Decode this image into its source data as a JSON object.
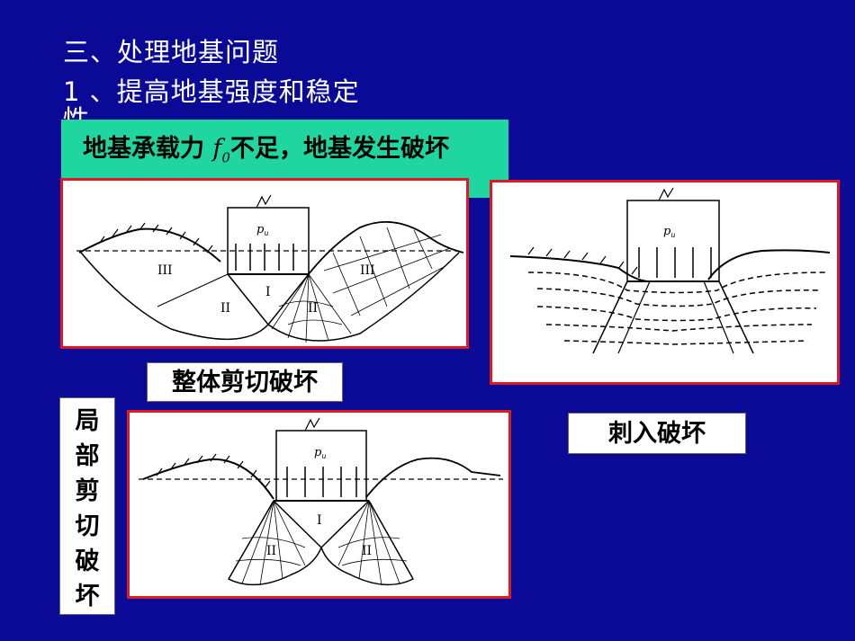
{
  "slide": {
    "heading": "三、处理地基问题",
    "subheading": "1 、提高地基强度和稳定",
    "subheading_cont": "性",
    "callout": {
      "before": "地基承载力 ",
      "symbol": "f",
      "subscript": "0",
      "after": "不足，地基发生破坏"
    },
    "labels": {
      "general_shear": "整体剪切破坏",
      "punching": "刺入破坏",
      "local_shear_chars": [
        "局",
        "部",
        "剪",
        "切",
        "破",
        "坏"
      ]
    },
    "diagram_marks": {
      "load": "p",
      "load_sub": "u",
      "zone1": "I",
      "zone2": "II",
      "zone3": "III"
    }
  }
}
